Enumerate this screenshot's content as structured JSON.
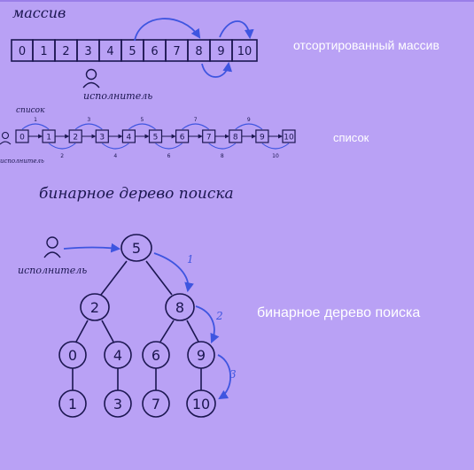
{
  "array": {
    "title": "массив",
    "cells": [
      "0",
      "1",
      "2",
      "3",
      "4",
      "5",
      "6",
      "7",
      "8",
      "9",
      "10"
    ],
    "executor_label": "исполнитель",
    "caption": "отсортированный массив"
  },
  "list": {
    "title": "список",
    "nodes": [
      "0",
      "1",
      "2",
      "3",
      "4",
      "5",
      "6",
      "7",
      "8",
      "9",
      "10"
    ],
    "step_labels": [
      "1",
      "2",
      "3",
      "4",
      "5",
      "6",
      "7",
      "8",
      "9",
      "10"
    ],
    "executor_label": "исполнитель",
    "caption": "список"
  },
  "tree": {
    "title": "бинарное дерево поиска",
    "nodes": [
      "5",
      "2",
      "8",
      "0",
      "4",
      "6",
      "9",
      "1",
      "3",
      "7",
      "10"
    ],
    "step_labels": [
      "1",
      "2",
      "3"
    ],
    "executor_label": "исполнитель",
    "caption": "бинарное дерево поиска"
  },
  "colors": {
    "background": "#b9a1f5",
    "ink": "#1b1650",
    "arrow": "#3e55e0",
    "caption": "#ffffff"
  }
}
